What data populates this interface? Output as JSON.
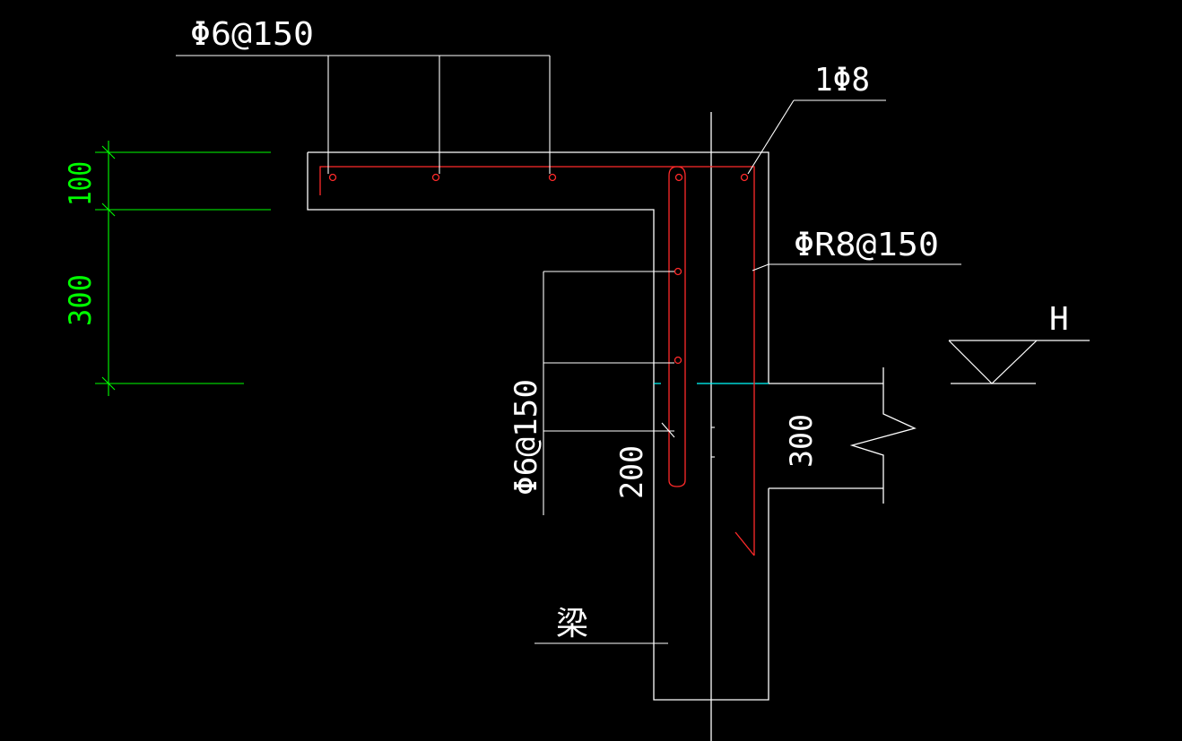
{
  "colors": {
    "background": "#000000",
    "outline": "#ffffff",
    "rebar": "#ff2a2a",
    "dimension": "#00ff00",
    "level_line": "#00ffff"
  },
  "annotations": {
    "top_rebar_label": "Φ6@150",
    "corner_bar_label": "1Φ8",
    "stirrup_label": "ΦR8@150",
    "vertical_rebar_label": "Φ6@150",
    "elevation_marker_label": "H",
    "beam_label": "梁",
    "wall_depth_dim": "200",
    "slab_depth_dim": "300"
  },
  "dimensions": {
    "top_dim": "100",
    "bottom_dim": "300"
  }
}
